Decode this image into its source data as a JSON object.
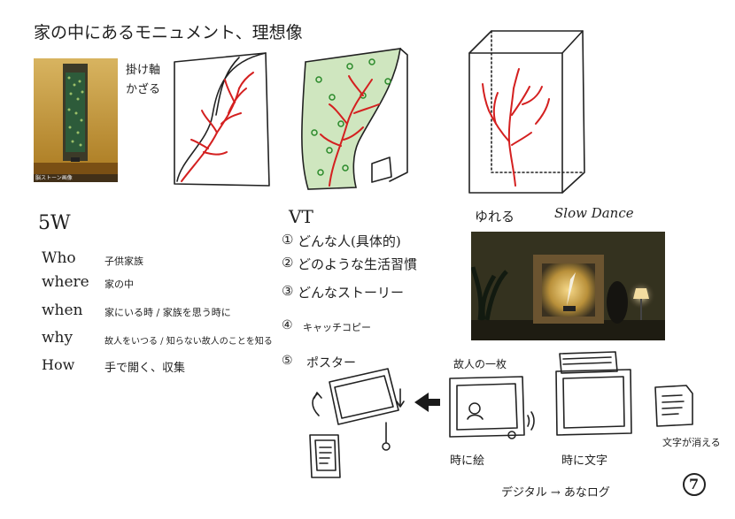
{
  "title": "家の中にあるモニュメント、理想像",
  "scroll_note": {
    "line1": "掛け軸",
    "line2": "かざる"
  },
  "photo_caption": "脳ストーン画像",
  "five_w": {
    "heading": "5W",
    "rows": [
      {
        "label": "Who",
        "value": "子供家族"
      },
      {
        "label": "where",
        "value": "家の中"
      },
      {
        "label": "when",
        "value": "家にいる時 / 家族を思う時に"
      },
      {
        "label": "why",
        "value": "故人をいつる / 知らない故人のことを知る"
      },
      {
        "label": "How",
        "value": "手で開く、収集"
      }
    ]
  },
  "vt": {
    "heading": "VT",
    "items": [
      {
        "marker": "①",
        "text": "どんな人(具体的)"
      },
      {
        "marker": "②",
        "text": "どのような生活習慣"
      },
      {
        "marker": "③",
        "text": "どんなストーリー"
      },
      {
        "marker": "④",
        "text": "キャッチコピー"
      },
      {
        "marker": "⑤",
        "text": "ポスター"
      }
    ]
  },
  "yureru": {
    "label": "ゆれる",
    "english": "Slow Dance"
  },
  "bottom": {
    "photo_label": "故人の一枚",
    "toki_ni_e": "時に絵",
    "toki_ni_moji": "時に文字",
    "moji_kieru": "文字が消える",
    "digital_analog": "デジタル → あなログ",
    "page_number": "7"
  },
  "colors": {
    "ink": "#1f1f1f",
    "red_branch": "#d42020",
    "green_scroll": "#8fc27a"
  }
}
